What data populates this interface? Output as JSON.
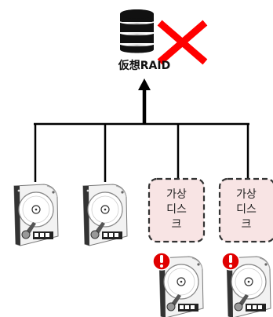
{
  "raid": {
    "label": "仮想RAID",
    "status": "failed"
  },
  "virtual_disks": [
    {
      "line1": "가상",
      "line2": "디스",
      "line3": "크"
    },
    {
      "line1": "가상",
      "line2": "디스",
      "line3": "크"
    }
  ],
  "colors": {
    "line": "#000000",
    "server": "#111111",
    "cross": "#ff0000",
    "virtual_disk_fill": "#f8e4e4",
    "virtual_disk_border": "#333333",
    "warning": "#e00000"
  },
  "icons": {
    "server": "database-server-icon",
    "failure": "red-x-icon",
    "disk": "hard-disk-icon",
    "warning": "exclamation-warning-icon"
  }
}
